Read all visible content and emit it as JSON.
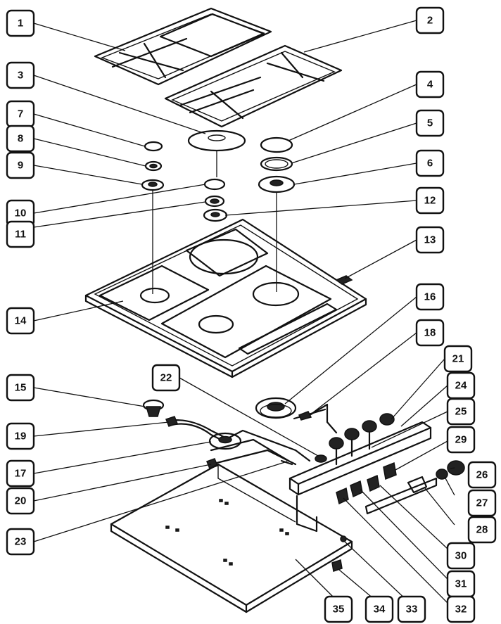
{
  "colors": {
    "ink": "#111111",
    "paper": "#ffffff"
  },
  "callouts": [
    {
      "label": "1"
    },
    {
      "label": "2"
    },
    {
      "label": "3"
    },
    {
      "label": "4"
    },
    {
      "label": "5"
    },
    {
      "label": "6"
    },
    {
      "label": "7"
    },
    {
      "label": "8"
    },
    {
      "label": "9"
    },
    {
      "label": "10"
    },
    {
      "label": "11"
    },
    {
      "label": "12"
    },
    {
      "label": "13"
    },
    {
      "label": "14"
    },
    {
      "label": "15"
    },
    {
      "label": "16"
    },
    {
      "label": "17"
    },
    {
      "label": "18"
    },
    {
      "label": "19"
    },
    {
      "label": "20"
    },
    {
      "label": "21"
    },
    {
      "label": "22"
    },
    {
      "label": "23"
    },
    {
      "label": "24"
    },
    {
      "label": "25"
    },
    {
      "label": "26"
    },
    {
      "label": "27"
    },
    {
      "label": "28"
    },
    {
      "label": "29"
    },
    {
      "label": "30"
    },
    {
      "label": "31"
    },
    {
      "label": "32"
    },
    {
      "label": "33"
    },
    {
      "label": "34"
    },
    {
      "label": "35"
    }
  ]
}
